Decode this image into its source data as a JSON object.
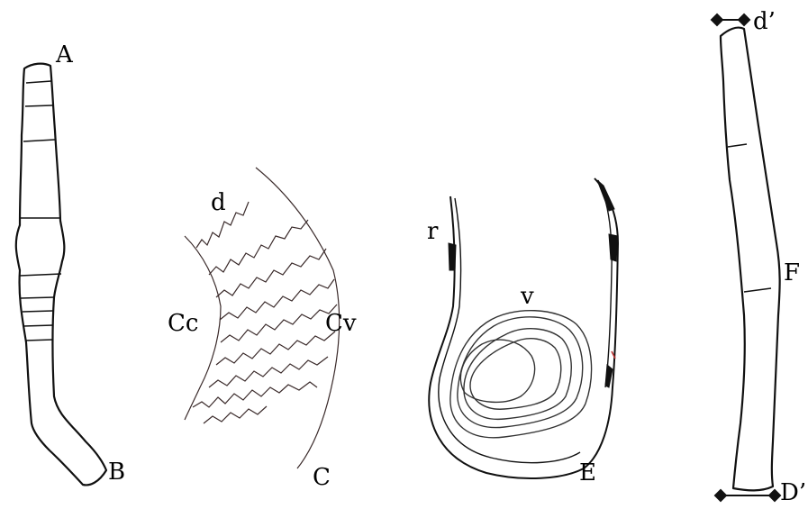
{
  "labels": {
    "A": "A",
    "B": "B",
    "d": "d",
    "Cc": "Cc",
    "Cv": "Cv",
    "C": "C",
    "r": "r",
    "v": "v",
    "E": "E",
    "d_prime": "d’",
    "F": "F",
    "D_prime": "D’"
  }
}
